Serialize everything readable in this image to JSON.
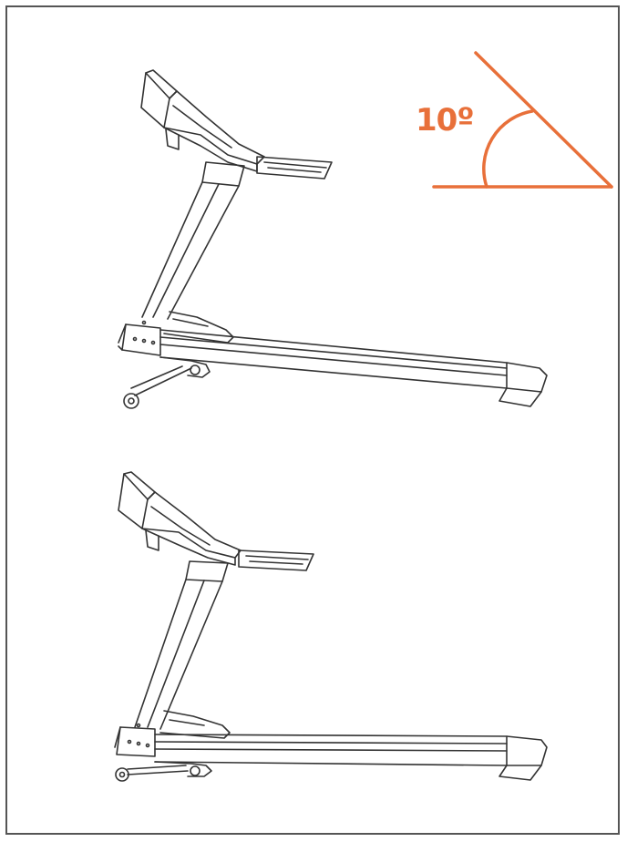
{
  "incline": {
    "label": "10º",
    "degrees": 10,
    "accent_color": "#E8703A"
  },
  "views": [
    {
      "name": "treadmill-inclined",
      "incline_deg": 10
    },
    {
      "name": "treadmill-flat",
      "incline_deg": 0
    }
  ],
  "line_color": "#333333"
}
